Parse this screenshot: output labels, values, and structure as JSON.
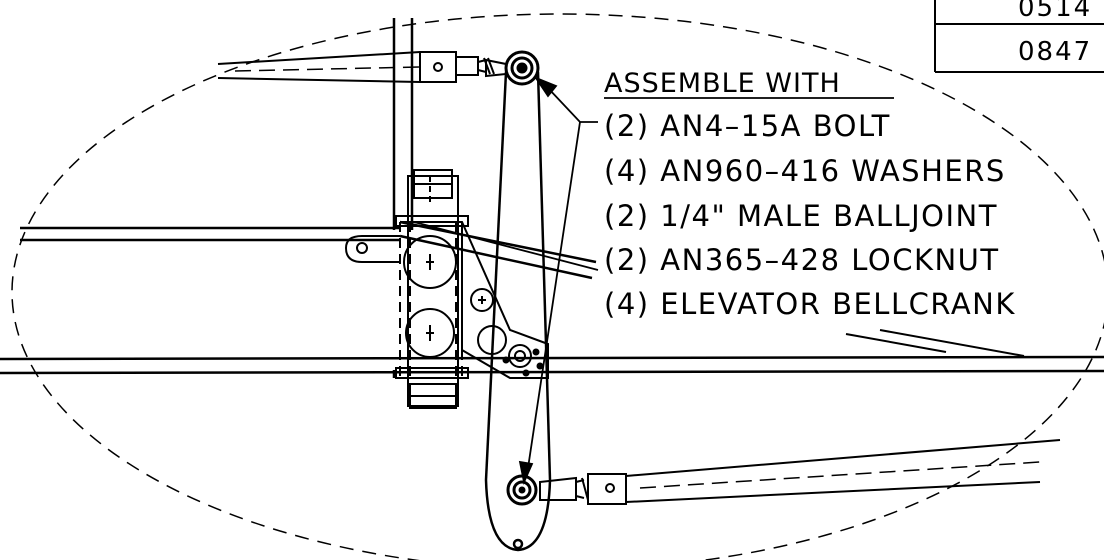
{
  "table": {
    "cells": [
      "0514",
      "0847"
    ]
  },
  "callout": {
    "heading": "ASSEMBLE WITH",
    "items": [
      "(2) AN4–15A BOLT",
      "(4) AN960–416 WASHERS",
      "(2) 1/4\" MALE BALLJOINT",
      "(2) AN365–428 LOCKNUT",
      "(4) ELEVATOR BELLCRANK"
    ]
  }
}
